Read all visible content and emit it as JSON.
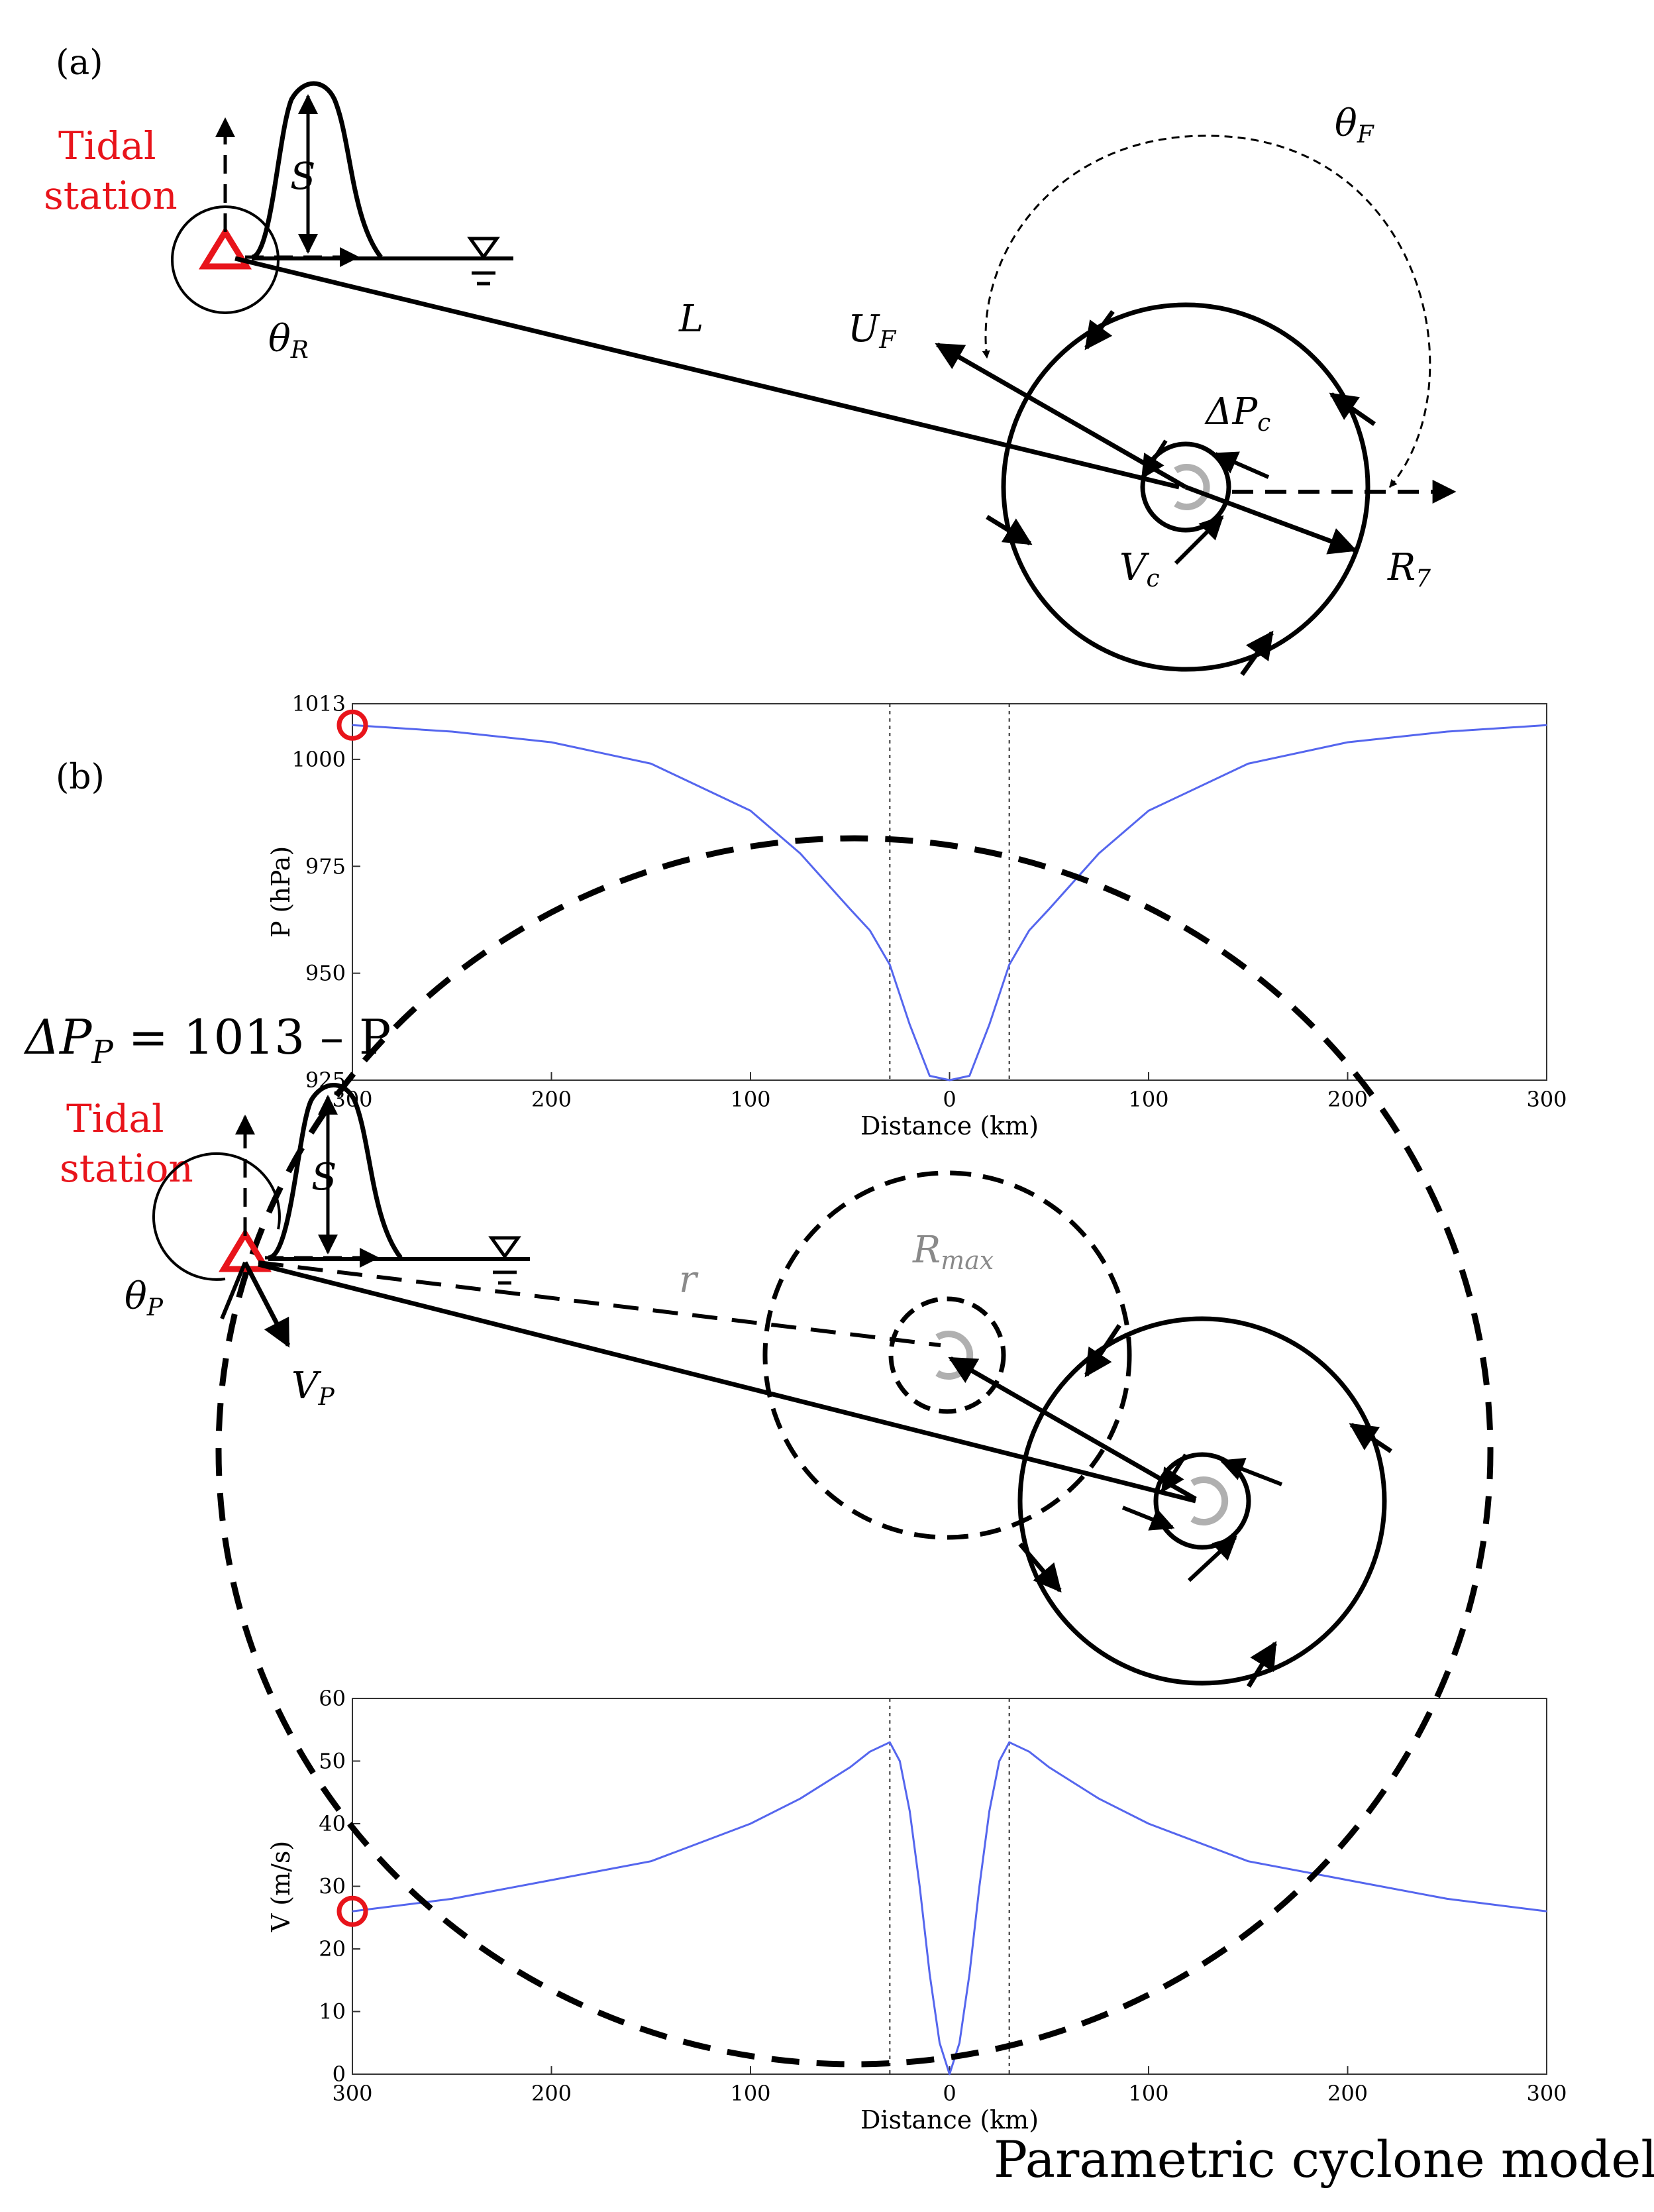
{
  "labels": {
    "panel_a": "(a)",
    "panel_b": "(b)",
    "tidal_station_line1": "Tidal",
    "tidal_station_line2": "station",
    "surge_symbol": "S",
    "theta_r": "θ",
    "theta_r_sub": "R",
    "theta_f": "θ",
    "theta_f_sub": "F",
    "theta_p": "θ",
    "theta_p_sub": "P",
    "distance_l": "L",
    "forward_speed": "U",
    "forward_speed_sub": "F",
    "pressure_drop": "ΔP",
    "pressure_drop_sub": "c",
    "cyclone_speed": "V",
    "cyclone_speed_sub": "c",
    "radius_7": "R",
    "radius_7_sub": "7",
    "radius_max": "R",
    "radius_max_sub": "max",
    "radial_distance": "r",
    "wind_at_station": "V",
    "wind_at_station_sub": "P",
    "formula": "ΔP",
    "formula_sub": "P",
    "formula_rest": " = 1013 – P",
    "footer": "Parametric cyclone model"
  },
  "colors": {
    "station": "#e8141b",
    "curve": "#5566ee",
    "ink": "#000000",
    "grey_label": "#8a8a8a",
    "cyclone_eye": "#b0b0b0"
  },
  "chart_data": [
    {
      "type": "line",
      "name": "pressure-profile",
      "ylabel": "P (hPa)",
      "xlabel": "Distance (km)",
      "xlim": [
        -300,
        300
      ],
      "ylim": [
        925,
        1013
      ],
      "xticks": [
        -300,
        -200,
        -100,
        0,
        100,
        200,
        300
      ],
      "xtick_labels": [
        "300",
        "200",
        "100",
        "0",
        "100",
        "200",
        "300"
      ],
      "yticks": [
        925,
        950,
        975,
        1000,
        1013
      ],
      "ytick_labels": [
        "925",
        "950",
        "975",
        "1000",
        "1013"
      ],
      "vlines": [
        -30,
        30
      ],
      "marker": {
        "x": -300,
        "y": 1008
      },
      "x": [
        -300,
        -250,
        -200,
        -150,
        -100,
        -75,
        -50,
        -40,
        -30,
        -20,
        -10,
        0,
        10,
        20,
        30,
        40,
        50,
        75,
        100,
        150,
        200,
        250,
        300
      ],
      "y": [
        1008,
        1006.5,
        1004,
        999,
        988,
        978,
        965,
        960,
        952,
        938,
        926,
        925,
        926,
        938,
        952,
        960,
        965,
        978,
        988,
        999,
        1004,
        1006.5,
        1008
      ],
      "grid": false
    },
    {
      "type": "line",
      "name": "wind-profile",
      "ylabel": "V (m/s)",
      "xlabel": "Distance (km)",
      "xlim": [
        -300,
        300
      ],
      "ylim": [
        0,
        60
      ],
      "xticks": [
        -300,
        -200,
        -100,
        0,
        100,
        200,
        300
      ],
      "xtick_labels": [
        "300",
        "200",
        "100",
        "0",
        "100",
        "200",
        "300"
      ],
      "yticks": [
        0,
        10,
        20,
        30,
        40,
        50,
        60
      ],
      "ytick_labels": [
        "0",
        "10",
        "20",
        "30",
        "40",
        "50",
        "60"
      ],
      "vlines": [
        -30,
        30
      ],
      "marker": {
        "x": -300,
        "y": 26
      },
      "x": [
        -300,
        -250,
        -200,
        -150,
        -100,
        -75,
        -50,
        -40,
        -30,
        -25,
        -20,
        -15,
        -10,
        -5,
        0,
        5,
        10,
        15,
        20,
        25,
        30,
        40,
        50,
        75,
        100,
        150,
        200,
        250,
        300
      ],
      "y": [
        26,
        28,
        31,
        34,
        40,
        44,
        49,
        51.5,
        53,
        50,
        42,
        30,
        16,
        5,
        0,
        5,
        16,
        30,
        42,
        50,
        53,
        51.5,
        49,
        44,
        40,
        34,
        31,
        28,
        26
      ],
      "grid": false
    }
  ]
}
